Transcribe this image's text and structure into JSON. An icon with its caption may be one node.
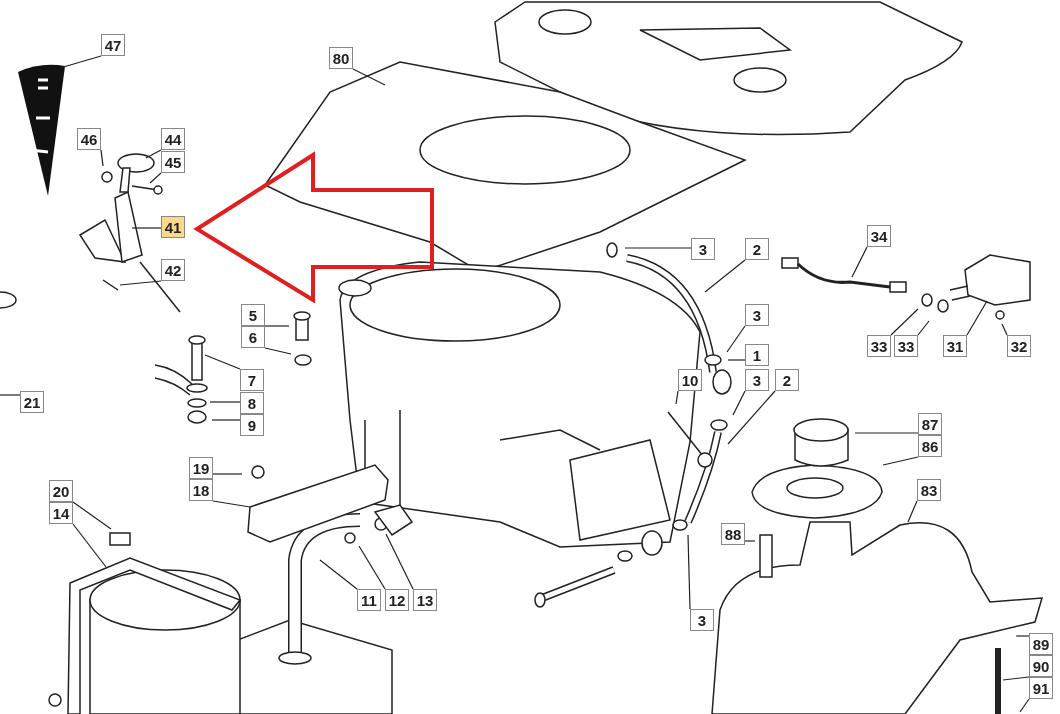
{
  "diagram": {
    "nodes": [
      {
        "text": [
          "47"
        ]
      },
      {
        "text": [
          "80"
        ]
      },
      {
        "text": [
          "46"
        ]
      },
      {
        "text": [
          "44"
        ]
      },
      {
        "text": [
          "45"
        ]
      },
      {
        "text": [
          "41"
        ]
      },
      {
        "text": [
          "3"
        ]
      },
      {
        "text": [
          "2"
        ]
      },
      {
        "text": [
          "34"
        ]
      },
      {
        "text": [
          "42"
        ]
      },
      {
        "text": [
          "5"
        ]
      },
      {
        "text": [
          "6"
        ]
      },
      {
        "text": [
          "3"
        ]
      },
      {
        "text": [
          "33"
        ]
      },
      {
        "text": [
          "33"
        ]
      },
      {
        "text": [
          "31"
        ]
      },
      {
        "text": [
          "32"
        ]
      },
      {
        "text": [
          "1"
        ]
      },
      {
        "text": [
          "7"
        ]
      },
      {
        "text": [
          "10"
        ]
      },
      {
        "text": [
          "3"
        ]
      },
      {
        "text": [
          "2"
        ]
      },
      {
        "text": [
          "21"
        ]
      },
      {
        "text": [
          "8"
        ]
      },
      {
        "text": [
          "9"
        ]
      },
      {
        "text": [
          "87"
        ]
      },
      {
        "text": [
          "86"
        ]
      },
      {
        "text": [
          "19"
        ]
      },
      {
        "text": [
          "18"
        ]
      },
      {
        "text": [
          "20"
        ]
      },
      {
        "text": [
          "14"
        ]
      },
      {
        "text": [
          "83"
        ]
      },
      {
        "text": [
          "88"
        ]
      },
      {
        "text": [
          "11"
        ]
      },
      {
        "text": [
          "12"
        ]
      },
      {
        "text": [
          "13"
        ]
      },
      {
        "text": [
          "3"
        ]
      },
      {
        "text": [
          "89"
        ]
      },
      {
        "text": [
          "90"
        ]
      },
      {
        "text": [
          "91"
        ]
      }
    ],
    "edges": [
      {
        "from": 0,
        "to": null,
        "arrow": "none"
      },
      {
        "from": 1,
        "to": null,
        "arrow": "none"
      },
      {
        "from": 2,
        "to": null,
        "arrow": "none"
      },
      {
        "from": 3,
        "to": null,
        "arrow": "none"
      },
      {
        "from": 4,
        "to": null,
        "arrow": "none"
      },
      {
        "from": 5,
        "to": null,
        "arrow": "none"
      },
      {
        "from": 6,
        "to": null,
        "arrow": "none"
      },
      {
        "from": 7,
        "to": null,
        "arrow": "none"
      },
      {
        "from": 8,
        "to": null,
        "arrow": "none"
      },
      {
        "from": 9,
        "to": null,
        "arrow": "none"
      },
      {
        "from": 10,
        "to": null,
        "arrow": "none"
      },
      {
        "from": 11,
        "to": null,
        "arrow": "none"
      },
      {
        "from": 12,
        "to": null,
        "arrow": "none"
      },
      {
        "from": 13,
        "to": null,
        "arrow": "none"
      },
      {
        "from": 14,
        "to": null,
        "arrow": "none"
      },
      {
        "from": 15,
        "to": null,
        "arrow": "none"
      },
      {
        "from": 16,
        "to": null,
        "arrow": "none"
      },
      {
        "from": 17,
        "to": null,
        "arrow": "none"
      },
      {
        "from": 18,
        "to": null,
        "arrow": "none"
      },
      {
        "from": 19,
        "to": null,
        "arrow": "none"
      },
      {
        "from": 20,
        "to": null,
        "arrow": "none"
      },
      {
        "from": 21,
        "to": null,
        "arrow": "none"
      },
      {
        "from": 22,
        "to": null,
        "arrow": "none"
      },
      {
        "from": 23,
        "to": null,
        "arrow": "none"
      },
      {
        "from": 24,
        "to": null,
        "arrow": "none"
      },
      {
        "from": 25,
        "to": null,
        "arrow": "none"
      },
      {
        "from": 26,
        "to": null,
        "arrow": "none"
      },
      {
        "from": 27,
        "to": null,
        "arrow": "none"
      },
      {
        "from": 28,
        "to": null,
        "arrow": "none"
      },
      {
        "from": 29,
        "to": null,
        "arrow": "none"
      },
      {
        "from": 30,
        "to": null,
        "arrow": "none"
      },
      {
        "from": 31,
        "to": null,
        "arrow": "none"
      },
      {
        "from": 32,
        "to": null,
        "arrow": "none"
      },
      {
        "from": 33,
        "to": null,
        "arrow": "none"
      },
      {
        "from": 34,
        "to": null,
        "arrow": "none"
      },
      {
        "from": 35,
        "to": null,
        "arrow": "none"
      },
      {
        "from": 36,
        "to": null,
        "arrow": "none"
      },
      {
        "from": 37,
        "to": null,
        "arrow": "none"
      },
      {
        "from": 38,
        "to": null,
        "arrow": "none"
      },
      {
        "from": 39,
        "to": null,
        "arrow": "none"
      },
      {
        "from": null,
        "to": 5,
        "arrow": "to",
        "style": "thick",
        "color": "#e02020"
      }
    ]
  }
}
